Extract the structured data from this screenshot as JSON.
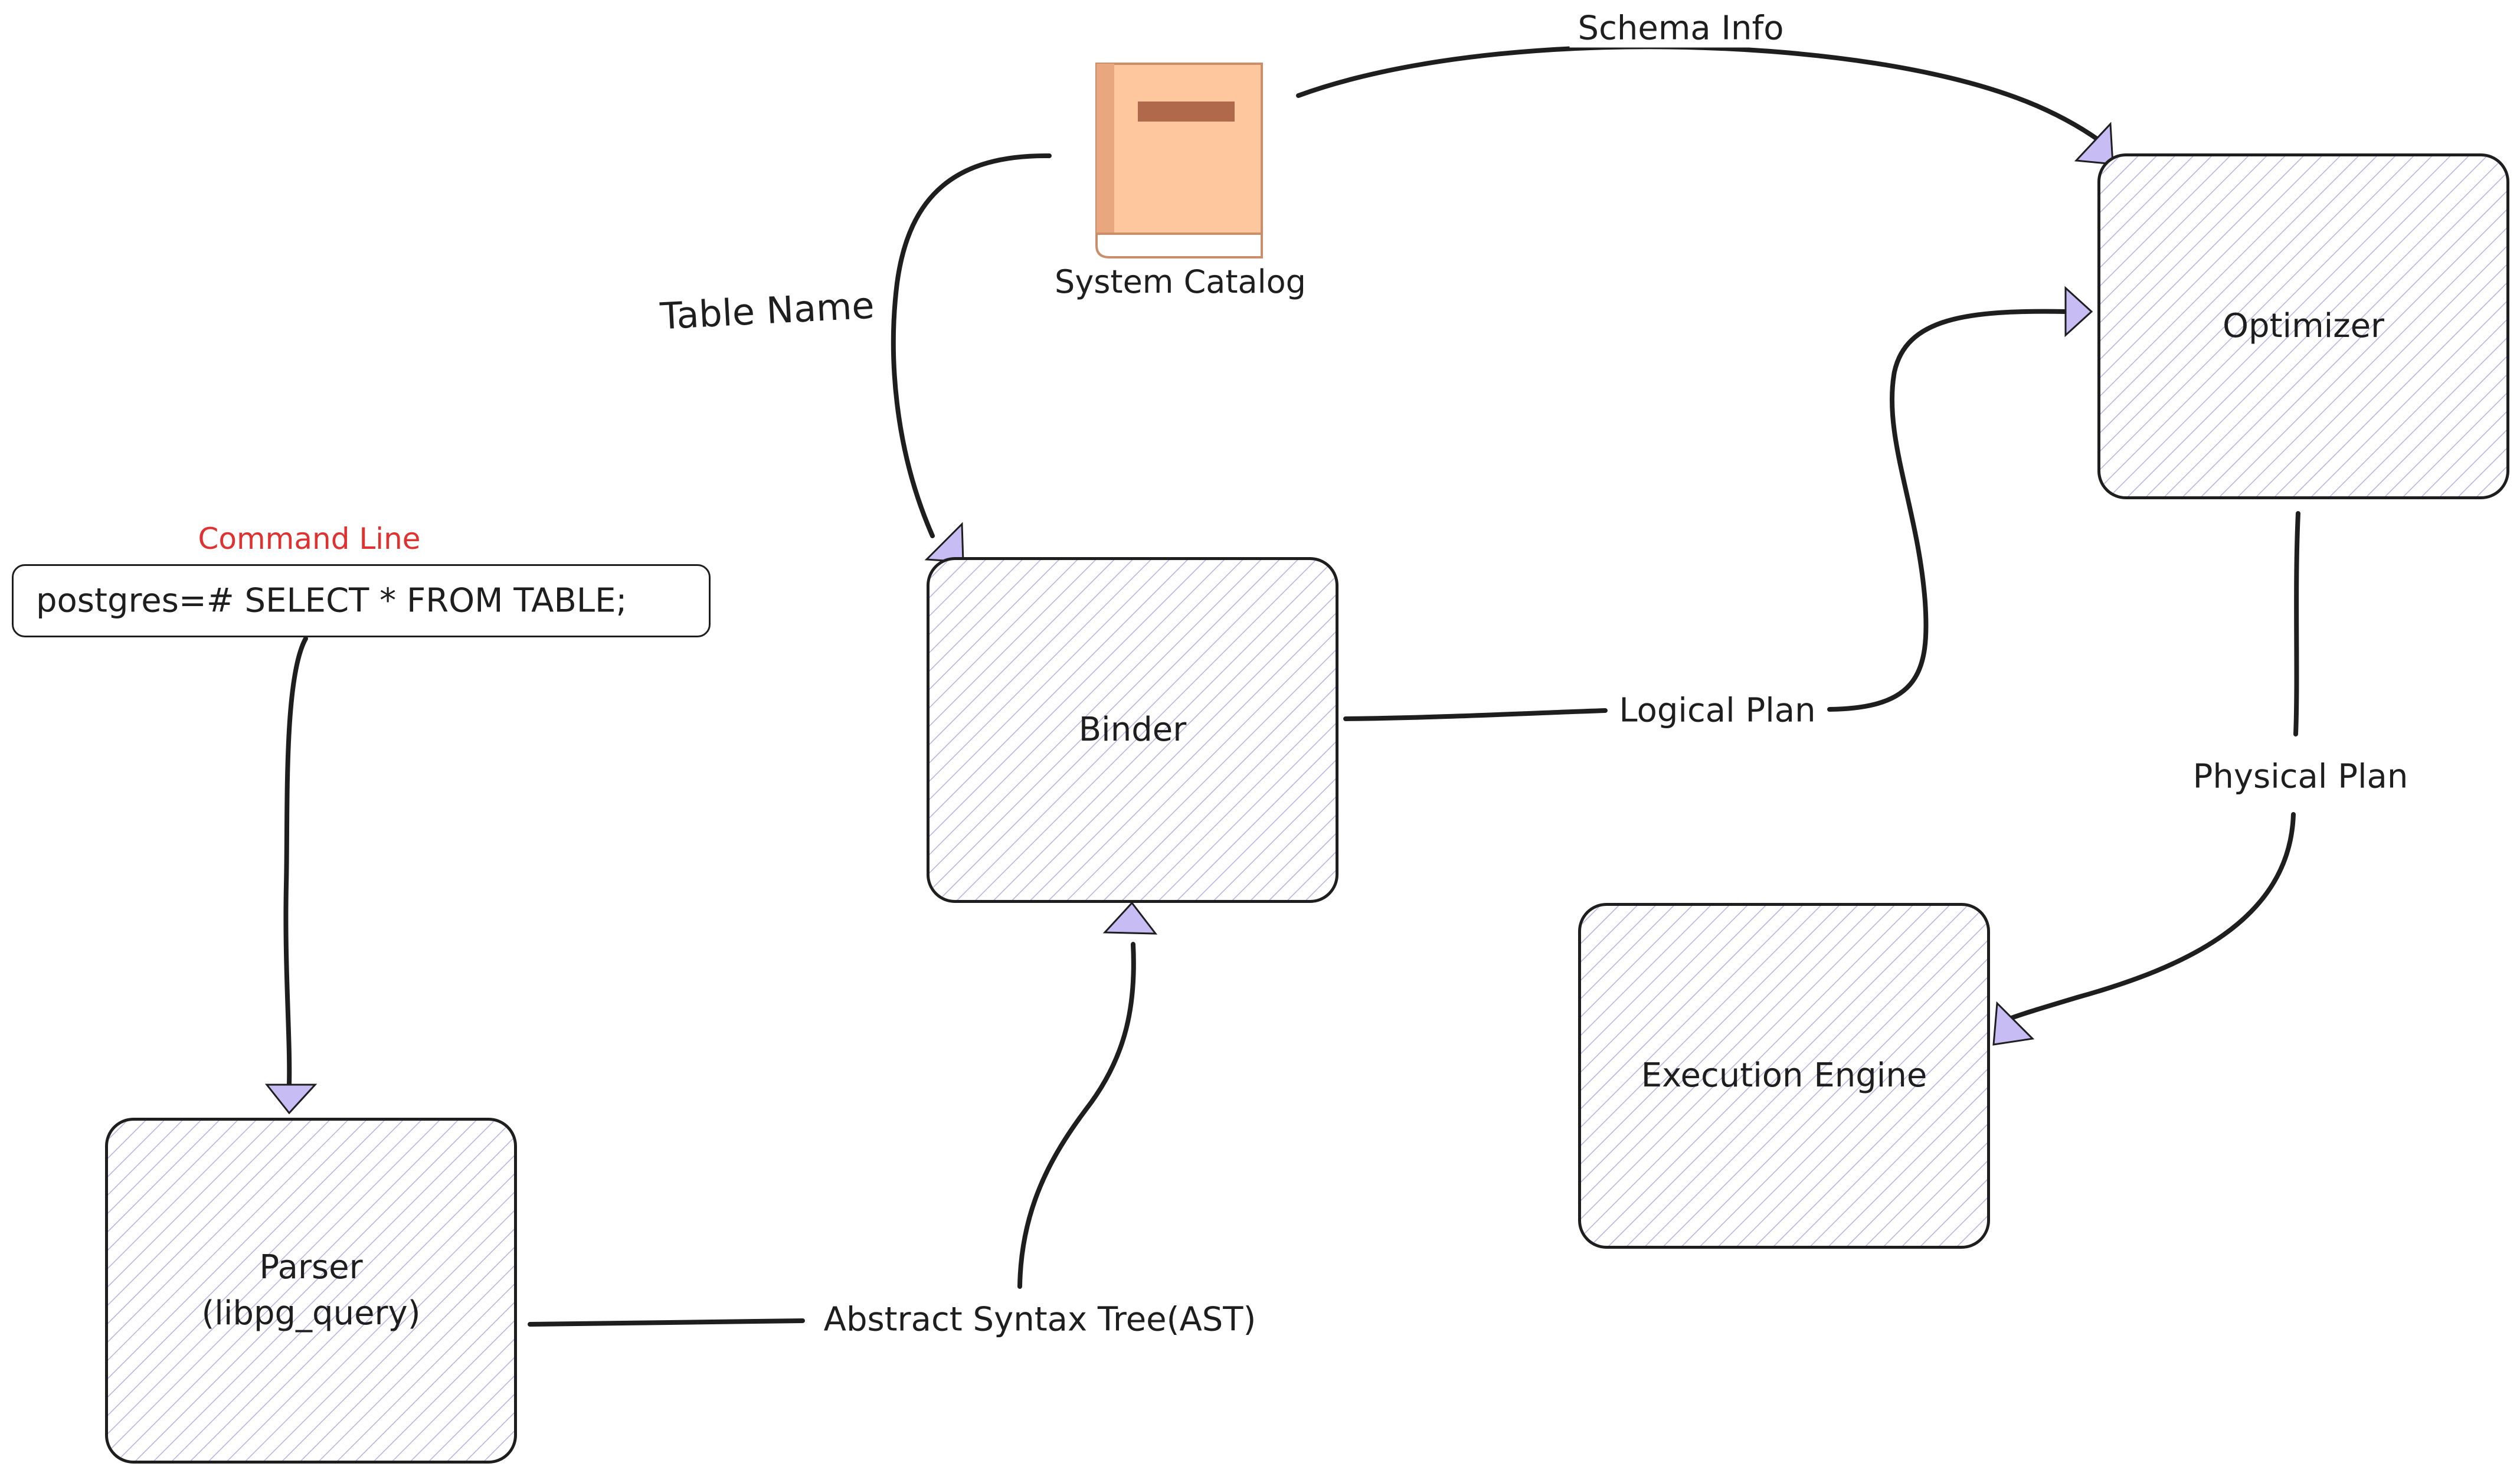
{
  "colors": {
    "stroke": "#1e1e1e",
    "hatch": "#b9aee6",
    "arrowhead": "#c7bdf4",
    "book_cover": "#ffc79e",
    "book_spine": "#e8a77e",
    "book_label": "#b06a4b",
    "command_title": "#e03131"
  },
  "command": {
    "title": "Command Line",
    "text": "postgres=# SELECT * FROM TABLE;"
  },
  "catalog": {
    "icon": "book-icon",
    "label": "System Catalog"
  },
  "nodes": {
    "parser": "Parser\n(libpg_query)",
    "binder": "Binder",
    "optimizer": "Optimizer",
    "execution": "Execution Engine"
  },
  "edges": {
    "table_name": "Table Name",
    "schema_info": "Schema Info",
    "logical_plan": "Logical Plan",
    "physical_plan": "Physical Plan",
    "ast": "Abstract Syntax Tree(AST)"
  }
}
